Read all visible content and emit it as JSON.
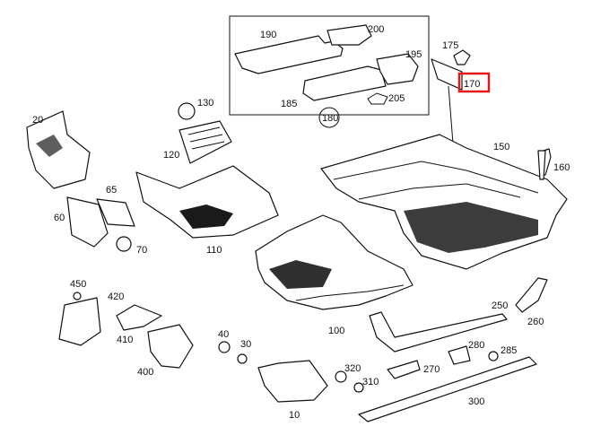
{
  "labels": {
    "p10": "10",
    "p20": "20",
    "p30": "30",
    "p40": "40",
    "p60": "60",
    "p65": "65",
    "p70": "70",
    "p100": "100",
    "p110": "110",
    "p120": "120",
    "p130": "130",
    "p150": "150",
    "p160": "160",
    "p170": "170",
    "p175": "175",
    "p180": "180",
    "p185": "185",
    "p190": "190",
    "p195": "195",
    "p200": "200",
    "p205": "205",
    "p250": "250",
    "p260": "260",
    "p270": "270",
    "p280": "280",
    "p285": "285",
    "p300": "300",
    "p310": "310",
    "p320": "320",
    "p400": "400",
    "p410": "410",
    "p420": "420",
    "p450": "450"
  },
  "highlight": {
    "label": "170",
    "color": "#e01818"
  }
}
